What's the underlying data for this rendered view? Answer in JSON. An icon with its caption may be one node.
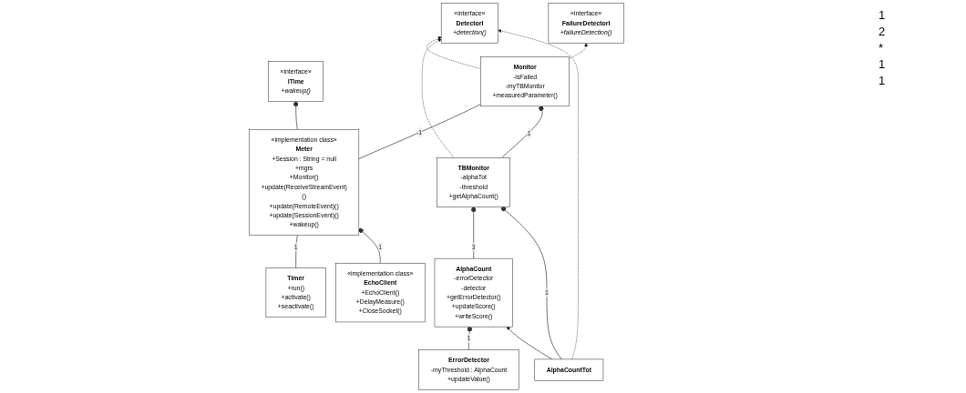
{
  "diagram": {
    "nodes": [
      {
        "text": [
          "«interface»",
          "ITime",
          "+wakeup()"
        ]
      },
      {
        "text": [
          "«implementation class»",
          "Meter",
          "+Session : String = null",
          "+mgrs",
          "+Monitor()",
          "+update(ReceiveStreamEvent)()",
          "+update(RemoteEvent)()",
          "+update(SessionEvent)()",
          "+wakeup()"
        ]
      },
      {
        "text": [
          "«interface»",
          "FailureDetectorI",
          "+failureDetection()"
        ]
      },
      {
        "text": [
          "«interface»",
          "DetectorI",
          "+detection()"
        ]
      },
      {
        "text": [
          "Timer",
          "+run()",
          "+activate()",
          "+seactivate()"
        ]
      },
      {
        "text": [
          "Monitor",
          "-isFailed",
          "-myTBMonitor",
          "+measuredParameter()"
        ]
      },
      {
        "text": [
          "TBMonitor",
          "-alphaTot",
          "-threshold",
          "+getAlphaCount()"
        ]
      },
      {
        "text": [
          "«implementation class»",
          "EchoClient",
          "+EchoClient()",
          "+DelayMeasure()",
          "+CloseSocket()"
        ]
      },
      {
        "text": [
          "AlphaCount",
          "-errorDetector",
          "-detector",
          "+getErrorDetector()",
          "+updateScore()",
          "+writeScore()"
        ]
      },
      {
        "text": [
          "ErrorDetector",
          "-myThreshold : AlphaCount",
          "+updateValue()"
        ]
      },
      {
        "text": [
          "AlphaCountTot"
        ]
      }
    ],
    "edges": [
      {
        "from": 1,
        "to": 0,
        "arrow": "other"
      },
      {
        "from": 4,
        "to": 1,
        "arrow": "none",
        "label": "1"
      },
      {
        "from": 1,
        "to": 5,
        "arrow": "none",
        "label": "1"
      },
      {
        "from": 5,
        "to": 2,
        "arrow": "to",
        "style": "dashed"
      },
      {
        "from": 5,
        "to": 3,
        "arrow": "to",
        "style": "dashed"
      },
      {
        "from": 6,
        "to": 3,
        "arrow": "to",
        "style": "dashed"
      },
      {
        "from": 10,
        "to": 3,
        "arrow": "to",
        "style": "dashed"
      },
      {
        "from": 6,
        "to": 5,
        "arrow": "other",
        "label": "1"
      },
      {
        "from": 7,
        "to": 1,
        "arrow": "other",
        "label": "1"
      },
      {
        "from": 9,
        "to": 8,
        "arrow": "other",
        "label": "1"
      },
      {
        "from": 8,
        "to": 6,
        "arrow": "other",
        "label": "3"
      },
      {
        "from": 10,
        "to": 6,
        "arrow": "other",
        "label": "1"
      },
      {
        "from": 10,
        "to": 8,
        "arrow": "to"
      }
    ],
    "labels": [
      "1",
      "2",
      "*",
      "1",
      "1"
    ]
  }
}
